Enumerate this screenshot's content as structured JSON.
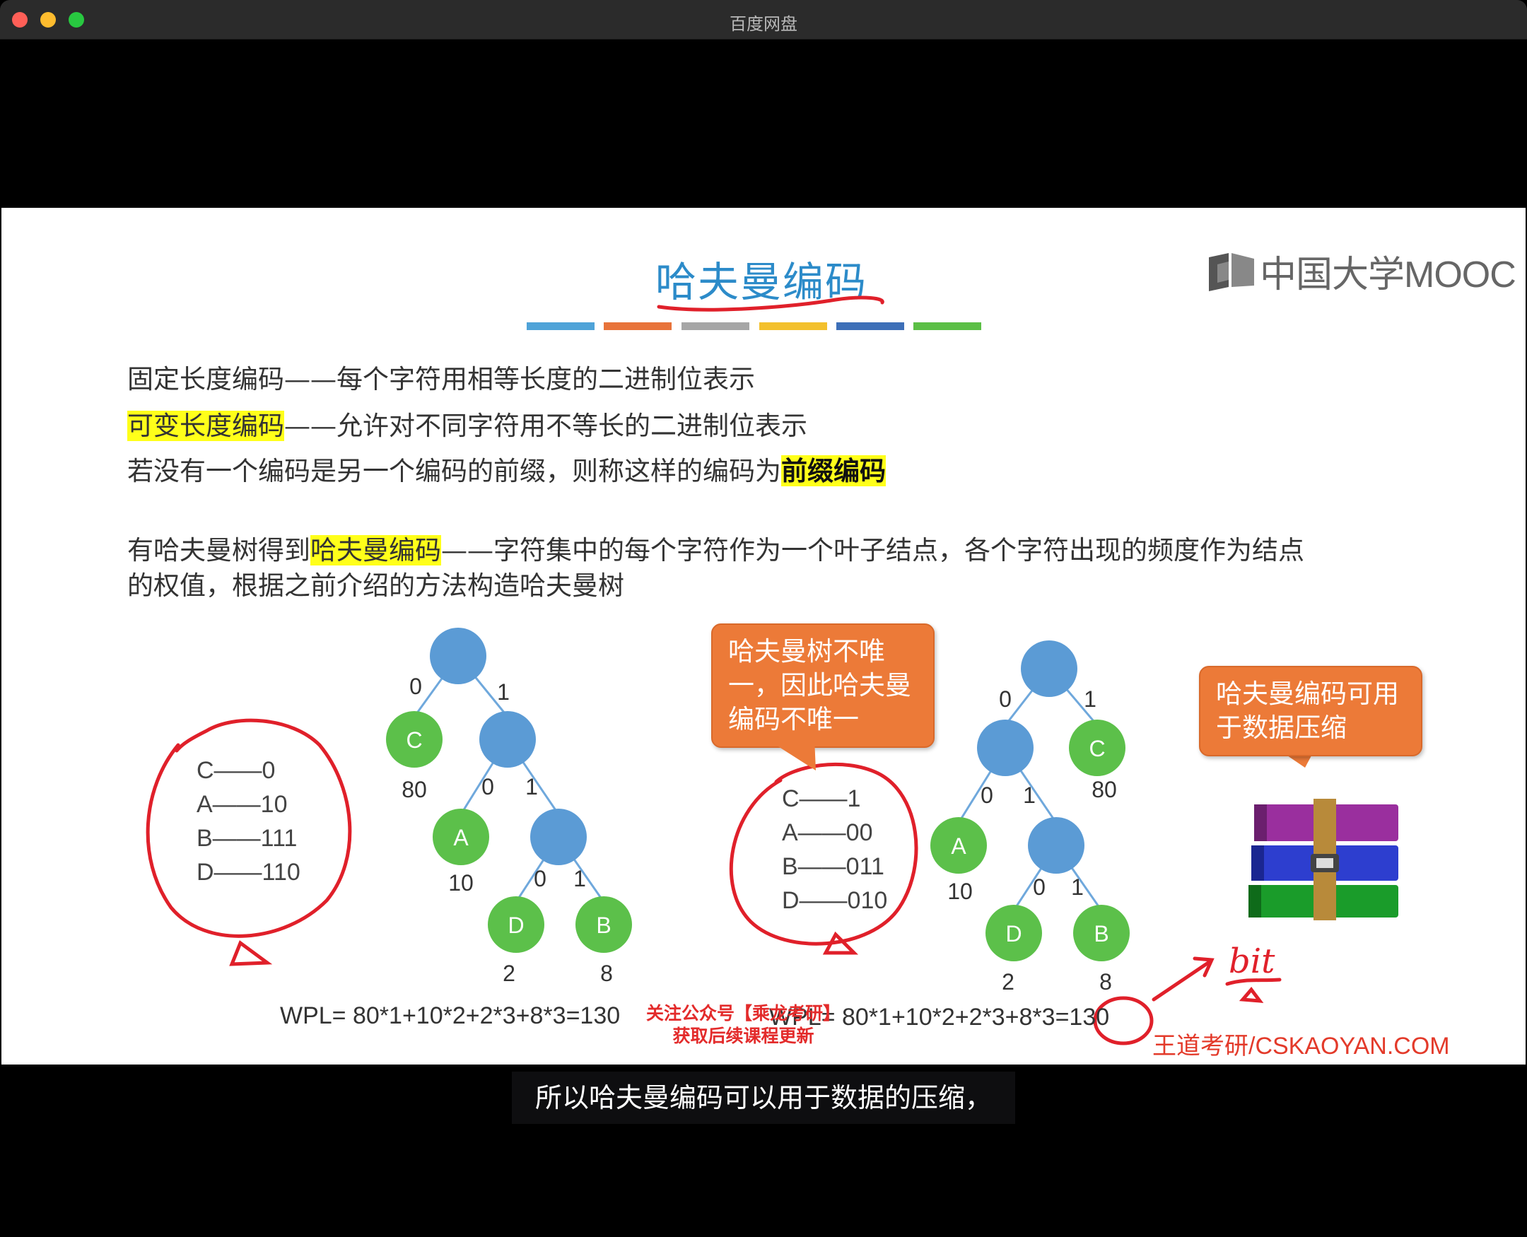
{
  "window": {
    "title": "百度网盘"
  },
  "slide": {
    "title": "哈夫曼编码",
    "color_bars": [
      "#4fa3d8",
      "#e8733a",
      "#a6a6a6",
      "#f3c02c",
      "#3d6fb8",
      "#5bbf45"
    ],
    "logo_text": "中国大学MOOC",
    "lines": {
      "l1": "固定长度编码——每个字符用相等长度的二进制位表示",
      "l2_hl": "可变长度编码",
      "l2_rest": "——允许对不同字符用不等长的二进制位表示",
      "l3_pre": "若没有一个编码是另一个编码的前缀，则称这样的编码为",
      "l3_hl": "前缀编码",
      "l4_pre": "有哈夫曼树得到",
      "l4_hl": "哈夫曼编码",
      "l4_rest": "——字符集中的每个字符作为一个叶子结点，各个字符出现的频度作为结点",
      "l5": "的权值，根据之前介绍的方法构造哈夫曼树"
    },
    "tree1": {
      "edges": [
        "0",
        "1",
        "0",
        "1",
        "0",
        "1"
      ],
      "leaves": [
        {
          "label": "C",
          "weight": "80"
        },
        {
          "label": "A",
          "weight": "10"
        },
        {
          "label": "D",
          "weight": "2"
        },
        {
          "label": "B",
          "weight": "8"
        }
      ],
      "codes": [
        "C——0",
        "A——10",
        "B——111",
        "D——110"
      ]
    },
    "tree2": {
      "edges": [
        "0",
        "1",
        "0",
        "1",
        "0",
        "1"
      ],
      "leaves": [
        {
          "label": "C",
          "weight": "80"
        },
        {
          "label": "A",
          "weight": "10"
        },
        {
          "label": "D",
          "weight": "2"
        },
        {
          "label": "B",
          "weight": "8"
        }
      ],
      "codes": [
        "C——1",
        "A——00",
        "B——011",
        "D——010"
      ]
    },
    "bubble1": "哈夫曼树不唯一，因此哈夫曼编码不唯一",
    "bubble2": "哈夫曼编码可用于数据压缩",
    "wpl1": "WPL= 80*1+10*2+2*3+8*3=130",
    "wpl2": "WPL= 80*1+10*2+2*3+8*3=130",
    "watermark_line1": "关注公众号【乘龙考研】",
    "watermark_line2": "获取后续课程更新",
    "handwriting_bit": "bit",
    "site": "王道考研/CSKAOYAN.COM",
    "colors": {
      "node_blue": "#5b9bd5",
      "leaf_green": "#5cc04a",
      "bubble": "#ec7a38",
      "ink_red": "#e0202a"
    }
  },
  "subtitle": "所以哈夫曼编码可以用于数据的压缩，"
}
